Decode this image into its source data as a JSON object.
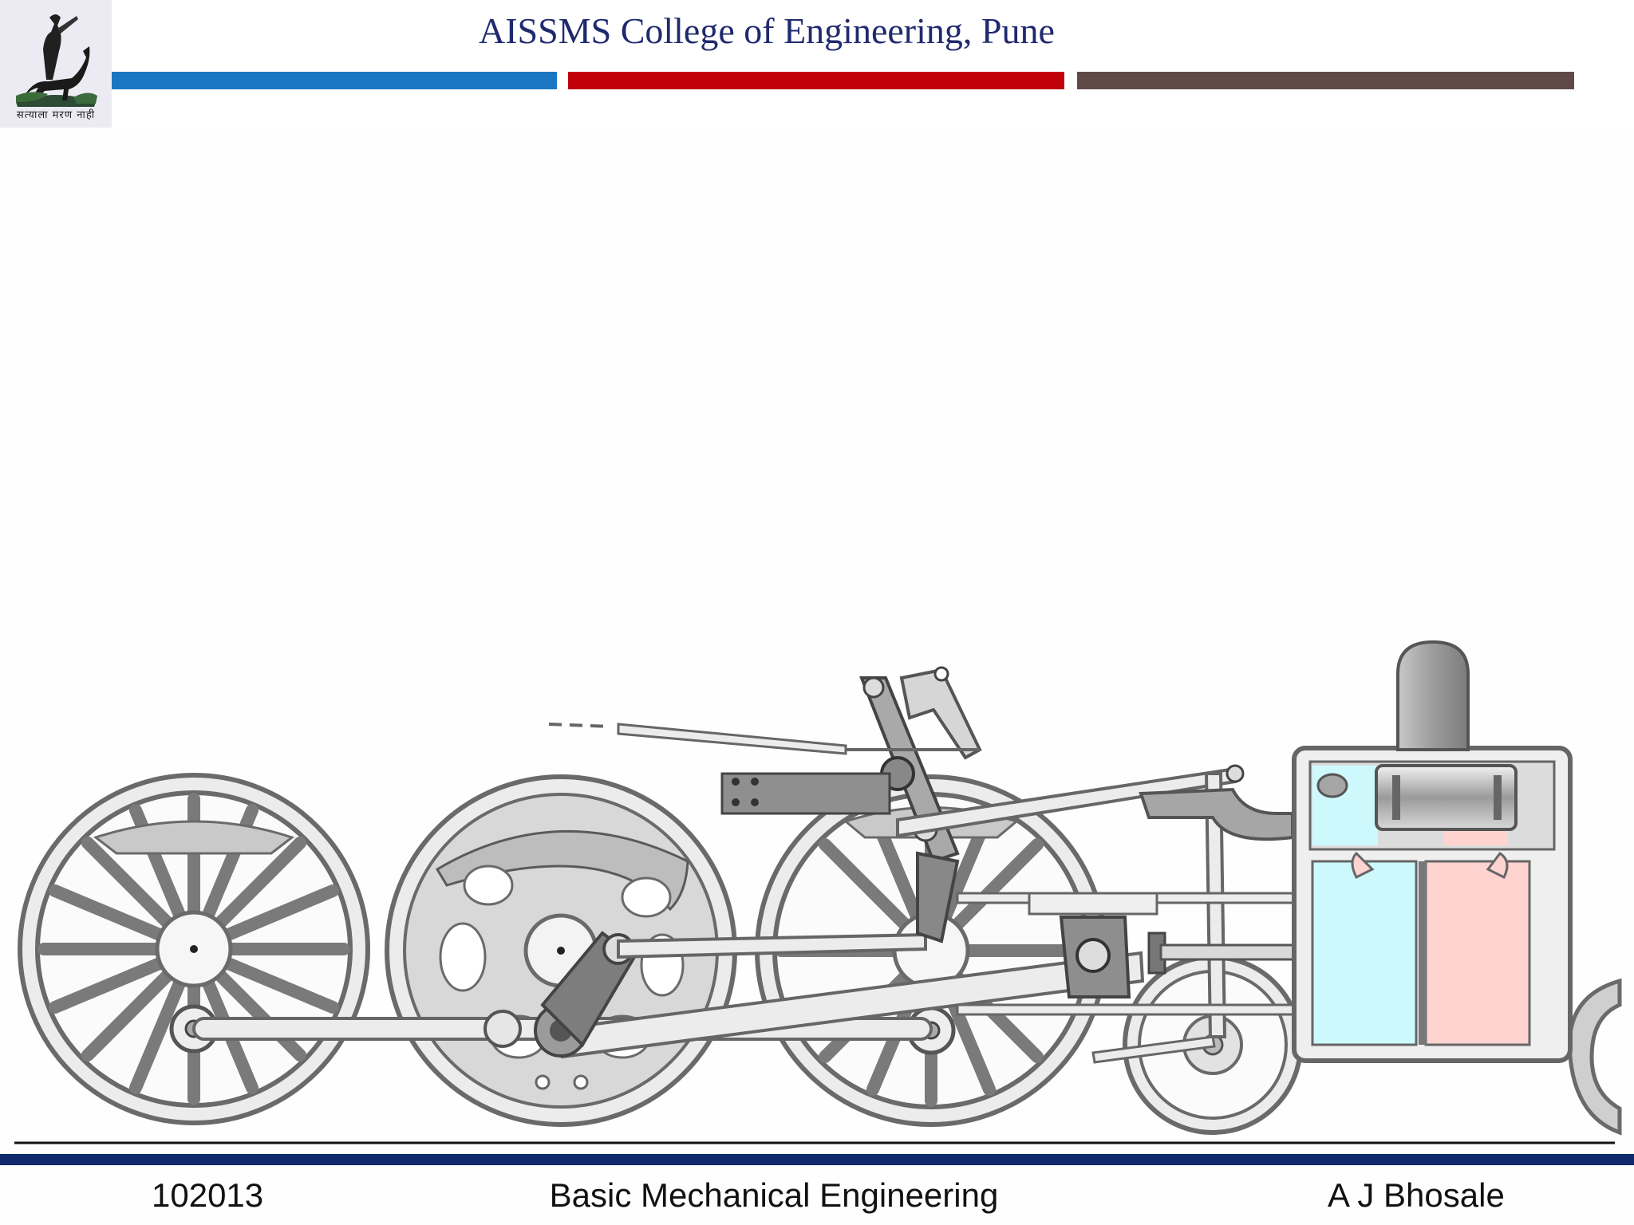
{
  "header": {
    "college_title": "AISSMS College of Engineering, Pune",
    "logo_motto": "सत्याला मरण नाही",
    "bar_colors": [
      "#1b76c2",
      "#c1000b",
      "#5f4a48"
    ]
  },
  "illustration": {
    "icon": "steam-locomotive-running-gear-icon"
  },
  "footer": {
    "course_code": "102013",
    "course_name": "Basic Mechanical Engineering",
    "author": "A J Bhosale",
    "line_color": "#0e2a6b"
  }
}
